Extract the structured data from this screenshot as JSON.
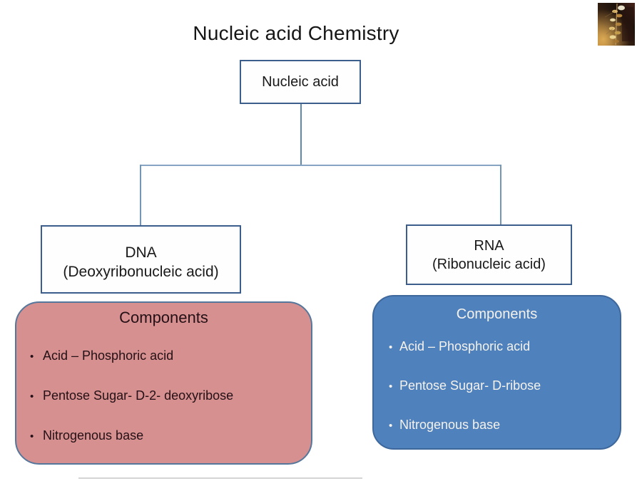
{
  "slide": {
    "title": "Nucleic acid Chemistry",
    "background_color": "#ffffff"
  },
  "tree": {
    "root_label": "Nucleic acid",
    "dna": {
      "line1": "DNA",
      "line2": "(Deoxyribonucleic acid)"
    },
    "rna": {
      "line1": "RNA",
      "line2": "(Ribonucleic acid)"
    },
    "connector_color": "#7396b6",
    "box_border_color": "#3b5e8c"
  },
  "bullets": {
    "char": "•"
  },
  "dna_panel": {
    "heading": "Components",
    "items": [
      "Acid – Phosphoric acid",
      "Pentose Sugar- D-2- deoxyribose",
      "Nitrogenous base"
    ],
    "fill_color": "#d6908f",
    "border_color": "#56779c",
    "text_color": "#241016"
  },
  "rna_panel": {
    "heading": "Components",
    "items": [
      "Acid – Phosphoric acid",
      "Pentose Sugar- D-ribose",
      "Nitrogenous base"
    ],
    "fill_color": "#4f81bd",
    "border_color": "#3e689c",
    "text_color": "#f5f2ec"
  },
  "decor": {
    "photo_icon": "dna-model-photo"
  }
}
